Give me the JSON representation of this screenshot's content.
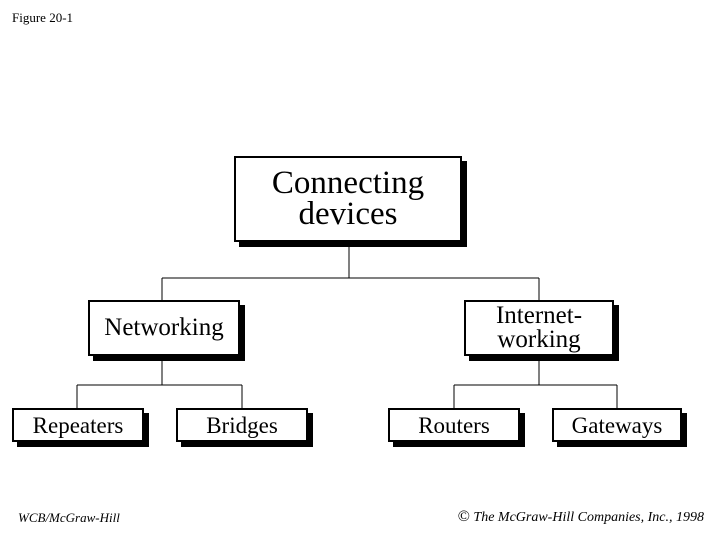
{
  "figure_label": "Figure 20-1",
  "diagram": {
    "root": {
      "lines": [
        "Connecting",
        "devices"
      ]
    },
    "networking": {
      "label": "Networking",
      "children": [
        {
          "label": "Repeaters"
        },
        {
          "label": "Bridges"
        }
      ]
    },
    "internetworking": {
      "lines": [
        "Internet-",
        "working"
      ],
      "children": [
        {
          "label": "Routers"
        },
        {
          "label": "Gateways"
        }
      ]
    }
  },
  "footer": {
    "publisher": "WCB/McGraw-Hill",
    "copyright_symbol": "©",
    "copyright_text": "The McGraw-Hill Companies, Inc., 1998"
  }
}
